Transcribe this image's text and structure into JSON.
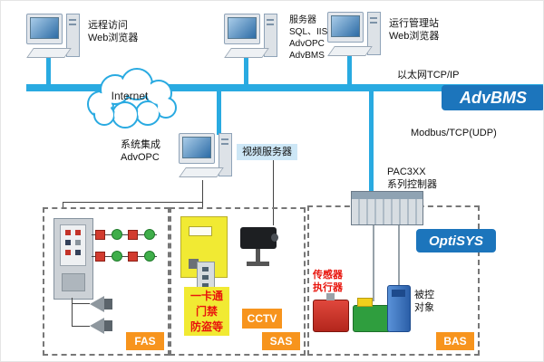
{
  "palette": {
    "line_blue": "#29aae1",
    "box_blue": "#1c75bc",
    "tag_orange": "#f7941d",
    "red_text": "#e8150d"
  },
  "top_nodes": {
    "remote": {
      "line1": "远程访问",
      "line2": "Web浏览器"
    },
    "server": {
      "line1": "服务器",
      "line2": "SQL、IIS",
      "line3": "AdvOPC",
      "line4": "AdvBMS"
    },
    "station": {
      "line1": "运行管理站",
      "line2": "Web浏览器"
    }
  },
  "internet_label": "Internet",
  "ethernet_label": "以太网TCP/IP",
  "advbms_label": "AdvBMS",
  "modbus_label": "Modbus/TCP(UDP)",
  "integration": {
    "line1": "系统集成",
    "line2": "AdvOPC"
  },
  "video_server_label": "视频服务器",
  "pac": {
    "line1": "PAC3XX",
    "line2": "系列控制器"
  },
  "optisys_label": "OptiSYS",
  "zones": {
    "fas": "FAS",
    "sas": "SAS",
    "bas": "BAS"
  },
  "sas_items": {
    "card_line1": "一卡通",
    "card_line2": "门禁",
    "card_line3": "防盗等",
    "cctv": "CCTV"
  },
  "bas_items": {
    "sensor_line1": "传感器",
    "sensor_line2": "执行器",
    "target_line1": "被控",
    "target_line2": "对象"
  }
}
